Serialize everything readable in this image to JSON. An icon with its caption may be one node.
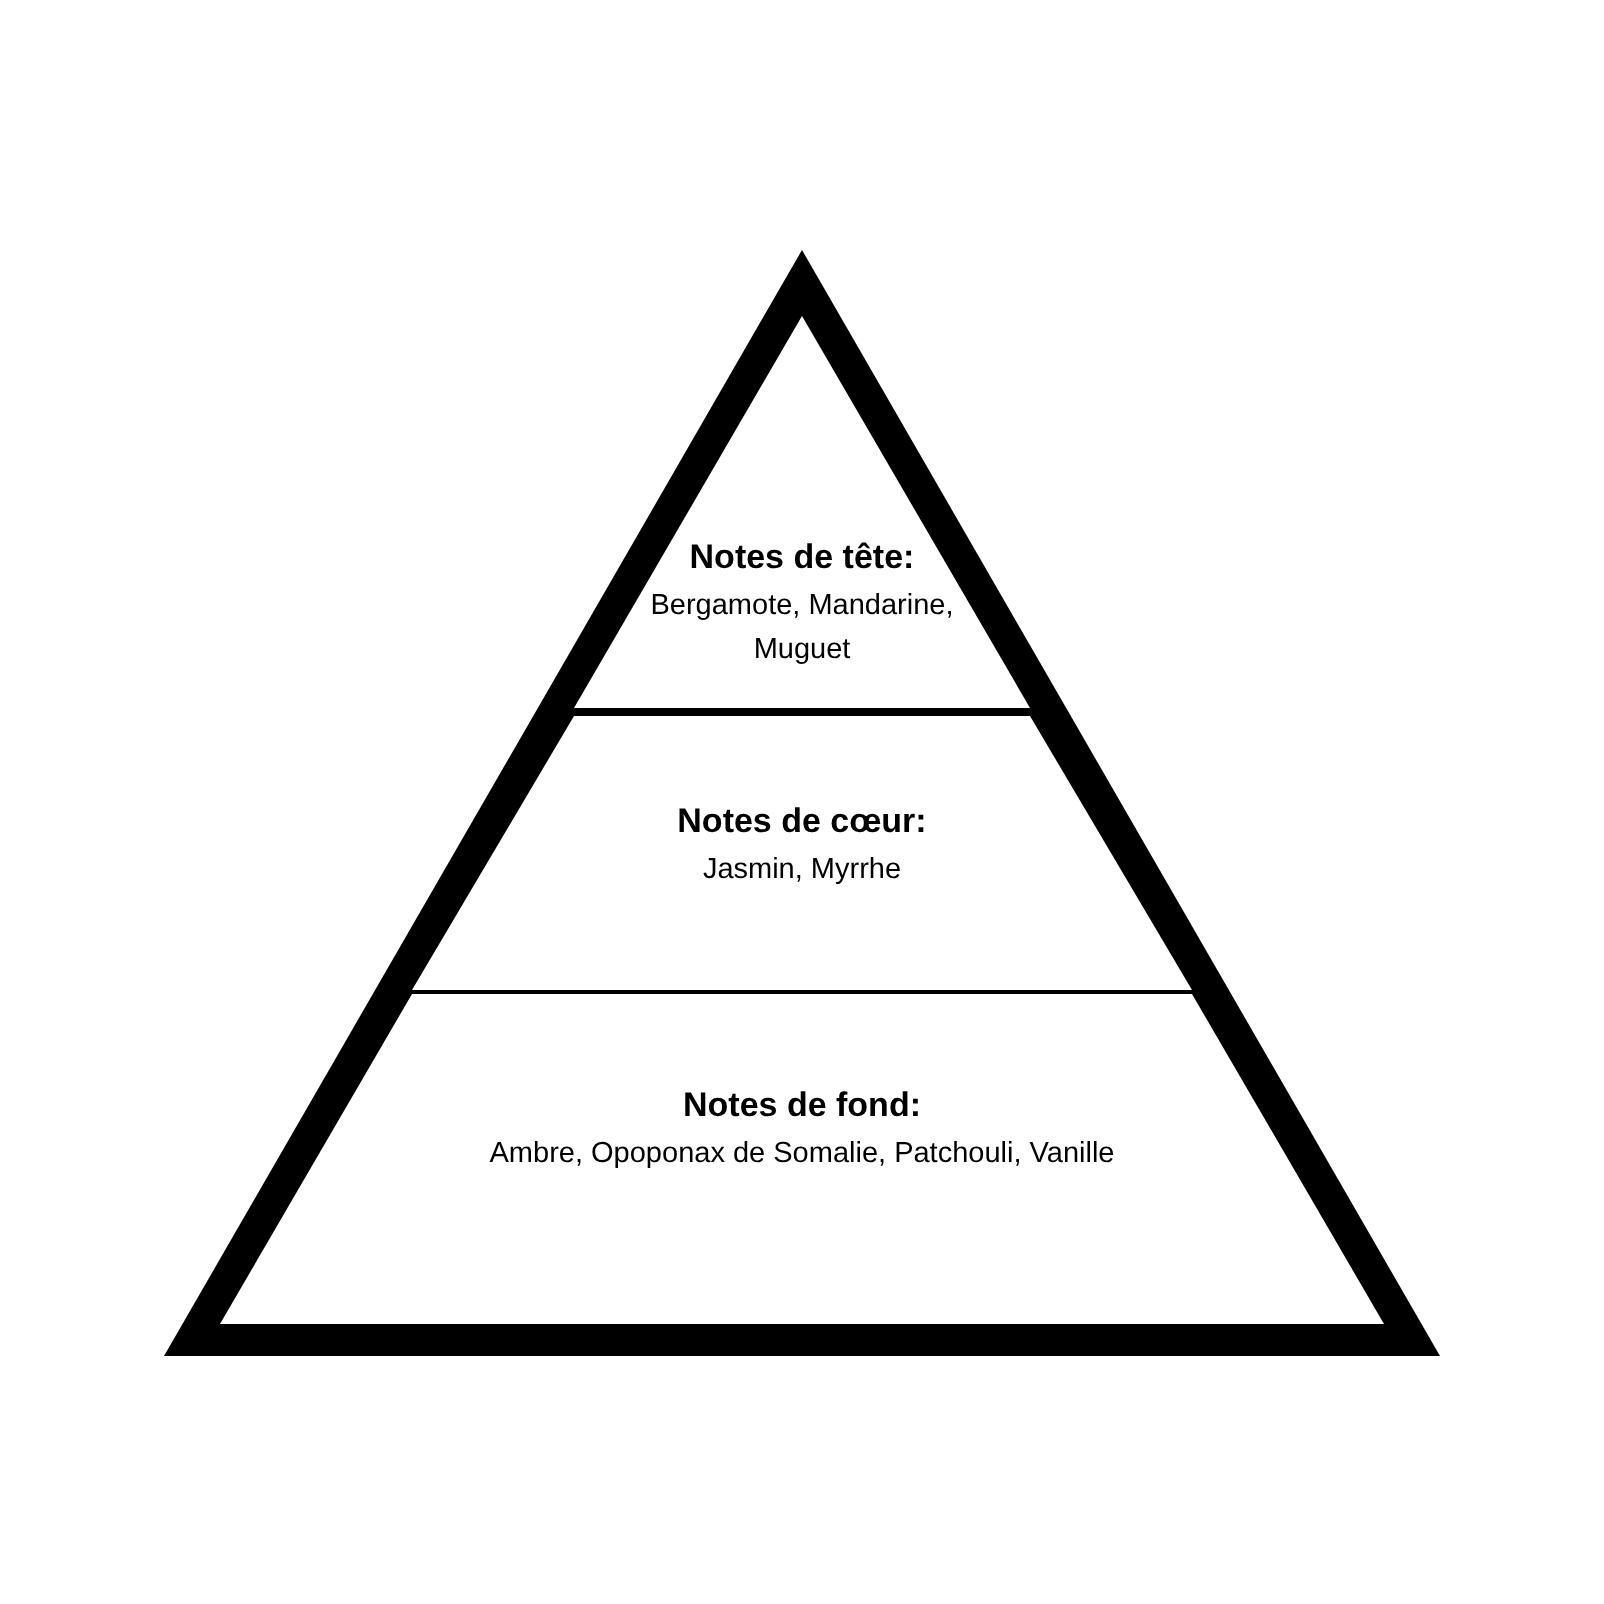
{
  "diagram": {
    "nodes": [
      {
        "text": [
          "Notes de tête:",
          "Bergamote, Mandarine, Muguet"
        ]
      },
      {
        "text": [
          "Notes de cœur:",
          "Jasmin, Myrrhe"
        ]
      },
      {
        "text": [
          "Notes de fond:",
          "Ambre, Opoponax de Somalie, Patchouli, Vanille"
        ]
      }
    ]
  }
}
